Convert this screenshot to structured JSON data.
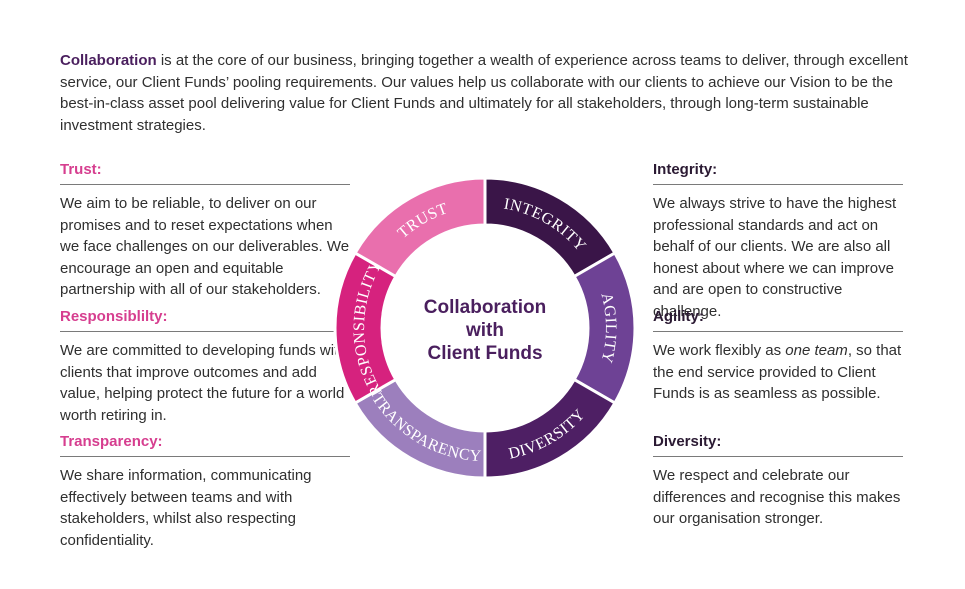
{
  "intro": {
    "lead": "Collaboration",
    "text": " is at the core of our business, bringing together a wealth of experience across teams to deliver, through excellent service, our Client Funds’ pooling requirements. Our values help us collaborate with our clients to achieve our Vision to be the best-in-class asset pool delivering value for Client Funds and ultimately for all stakeholders, through long-term sustainable investment strategies."
  },
  "values": {
    "trust": {
      "title": "Trust:",
      "desc": "We aim to be reliable, to deliver on our promises and to reset expectations when we face challenges on our deliverables. We encourage an open and equitable partnership with all of our stakeholders."
    },
    "responsibility": {
      "title": "Responsiblilty:",
      "desc": "We are committed to developing funds with clients that improve outcomes and add value, helping protect the future for a world worth retiring in."
    },
    "transparency": {
      "title": "Transparency:",
      "desc": "We share information, communicating effectively between teams and with stakeholders, whilst also respecting confidentiality."
    },
    "integrity": {
      "title": "Integrity:",
      "desc": "We always strive to have the highest professional standards and act on behalf of our clients. We are also all honest about where we can improve and are open to constructive challenge."
    },
    "agility": {
      "title": "Agility:",
      "desc_before": "We work flexibly as ",
      "desc_em": "one team",
      "desc_after": ", so that the end service provided to Client Funds is as seamless as possible."
    },
    "diversity": {
      "title": "Diversity:",
      "desc": "We respect and celebrate our differences and recognise this makes our organisation stronger."
    }
  },
  "wheel": {
    "center_line1": "Collaboration",
    "center_line2": "with",
    "center_line3": "Client Funds",
    "segments": [
      {
        "label": "INTEGRITY",
        "color": "#3a1548"
      },
      {
        "label": "AGILITY",
        "color": "#6e4295"
      },
      {
        "label": "DIVERSITY",
        "color": "#4e1f64"
      },
      {
        "label": "TRANSPARENCY",
        "color": "#9c7fbd"
      },
      {
        "label": "RESPONSIBILITY",
        "color": "#d6227e"
      },
      {
        "label": "TRUST",
        "color": "#e96fad"
      }
    ]
  },
  "colors": {
    "heading_pink": "#d63e8f",
    "heading_dark": "#2b1a33",
    "brand_purple": "#4a1f5e"
  }
}
